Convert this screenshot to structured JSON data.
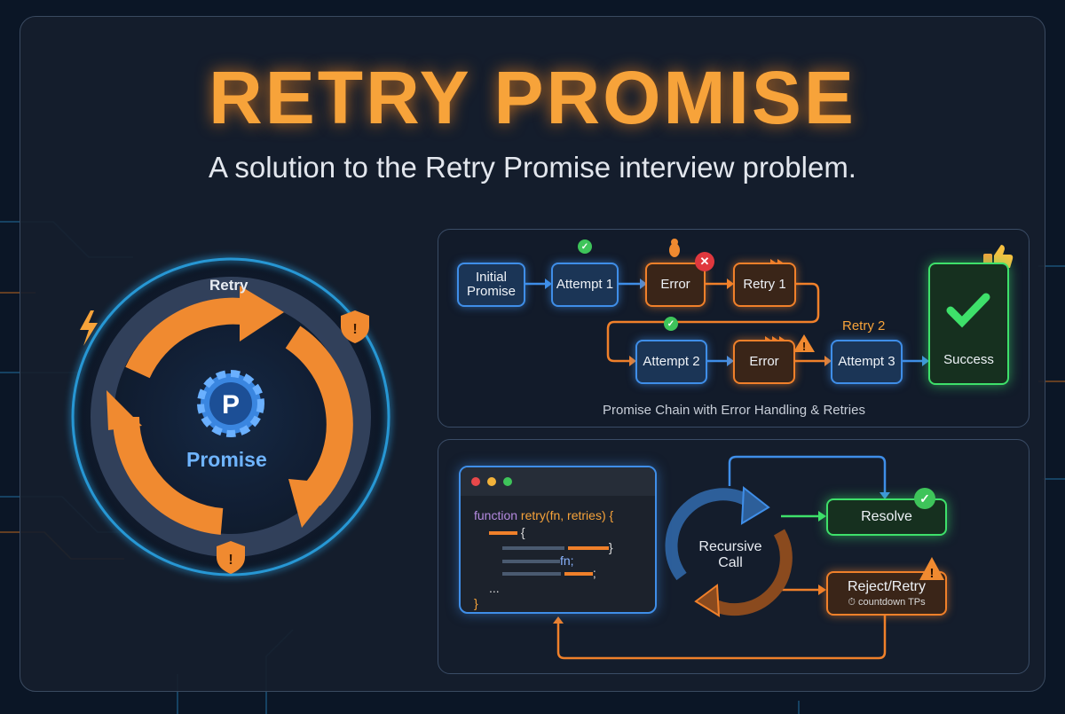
{
  "title": "RETRY PROMISE",
  "subtitle": "A solution to the Retry Promise interview problem.",
  "cycle": {
    "arrow_label": "Retry",
    "center_label": "Promise",
    "center_icon": "gear-p-icon"
  },
  "chain": {
    "row1": [
      "Initial\nPromise",
      "Attempt 1",
      "Error",
      "Retry 1"
    ],
    "row2": [
      "Attempt 2",
      "Error",
      "Attempt 3"
    ],
    "retry2_label": "Retry 2",
    "success": "Success",
    "caption": "Promise Chain with Error Handling & Retries"
  },
  "code": {
    "line1_kw": "function",
    "line1_rest": " retry(fn, retries) {",
    "brace_open": "{",
    "close1": "}",
    "fn": "fn;",
    "semi": ";",
    "ellipsis": "...",
    "close": "}"
  },
  "flow": {
    "recursive": "Recursive\nCall",
    "resolve": "Resolve",
    "reject": "Reject/Retry",
    "countdown": "countdown TPs"
  },
  "colors": {
    "orange": "#f0802a",
    "blue": "#3f8ee8",
    "green": "#3ee06a",
    "title": "#f7a33a"
  }
}
